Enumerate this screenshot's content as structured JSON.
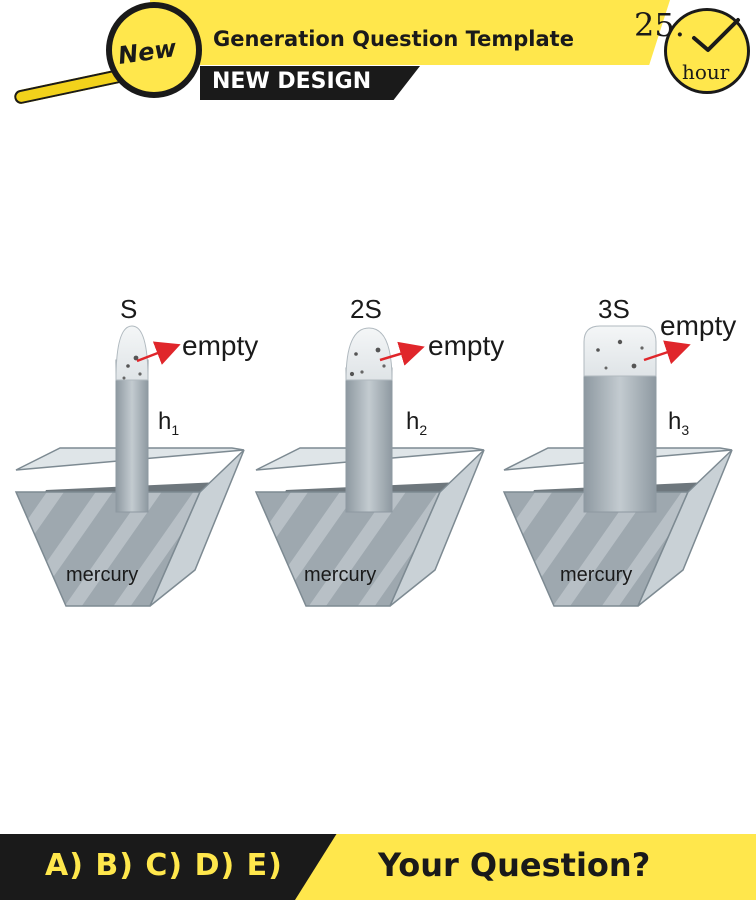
{
  "header": {
    "badge": "New",
    "title": "Generation Question Template",
    "subtitle": "NEW DESIGN",
    "clock_number": "25.",
    "clock_unit": "hour"
  },
  "setups": [
    {
      "area_label": "S",
      "empty_label": "empty",
      "height_label": "h",
      "height_index": "1",
      "liquid_label": "mercury"
    },
    {
      "area_label": "2S",
      "empty_label": "empty",
      "height_label": "h",
      "height_index": "2",
      "liquid_label": "mercury"
    },
    {
      "area_label": "3S",
      "empty_label": "empty",
      "height_label": "h",
      "height_index": "3",
      "liquid_label": "mercury"
    }
  ],
  "footer": {
    "answers": "A) B) C) D) E)",
    "question": "Your Question?"
  },
  "colors": {
    "accent_yellow": "#ffe74c",
    "dark": "#1a1a1a",
    "arrow_red": "#e0262b",
    "tube_gray": "#a9b3ba",
    "mercury_gray": "#8f9aa2"
  }
}
